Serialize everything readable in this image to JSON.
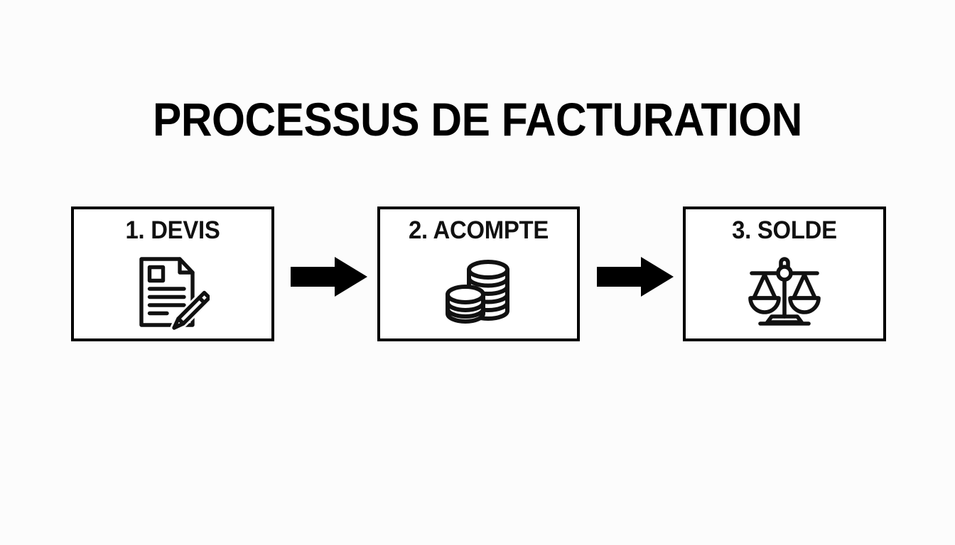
{
  "page": {
    "title": "PROCESSUS DE FACTURATION",
    "background_color": "#fcfcfc",
    "ink_color": "#000000"
  },
  "diagram": {
    "type": "horizontal-process-flow",
    "direction": "left-to-right",
    "step_count": 3,
    "connector_count": 2,
    "steps": [
      {
        "number": "1.",
        "label": "1. DEVIS",
        "icon": "document-pencil-icon",
        "icon_description": "sheet of paper with folded corner, text lines and pencil"
      },
      {
        "number": "2.",
        "label": "2. ACOMPTE",
        "icon": "coin-stack-icon",
        "icon_description": "two stacks of coins, tall stack behind, short stack in front"
      },
      {
        "number": "3.",
        "label": "3. SOLDE",
        "icon": "balance-scale-icon",
        "icon_description": "two-pan balance scale on a pedestal base"
      }
    ],
    "connectors": [
      {
        "name": "arrow-1",
        "icon": "arrow-right-icon",
        "from": "1. DEVIS",
        "to": "2. ACOMPTE"
      },
      {
        "name": "arrow-2",
        "icon": "arrow-right-icon",
        "from": "2. ACOMPTE",
        "to": "3. SOLDE"
      }
    ]
  }
}
